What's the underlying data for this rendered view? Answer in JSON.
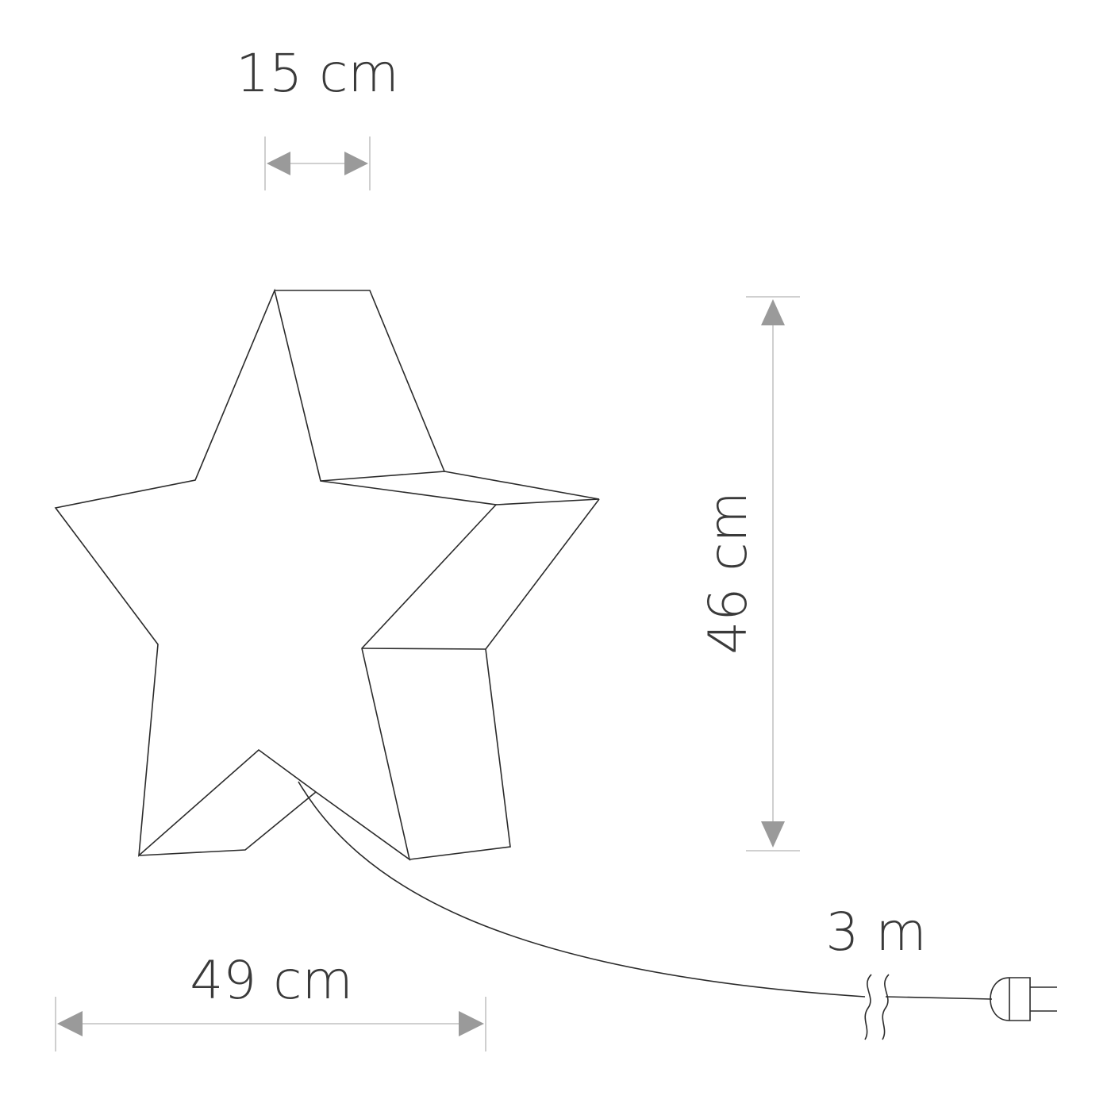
{
  "diagram": {
    "subject": "star-lamp",
    "colors": {
      "outline": "#2b2b2b",
      "dimension_line": "#b5b5b5",
      "arrow": "#9a9a9a",
      "label": "#3a3a3a",
      "background": "#ffffff"
    },
    "dimensions": {
      "depth": "15 cm",
      "height": "46 cm",
      "width": "49 cm",
      "cable_length": "3 m"
    }
  }
}
